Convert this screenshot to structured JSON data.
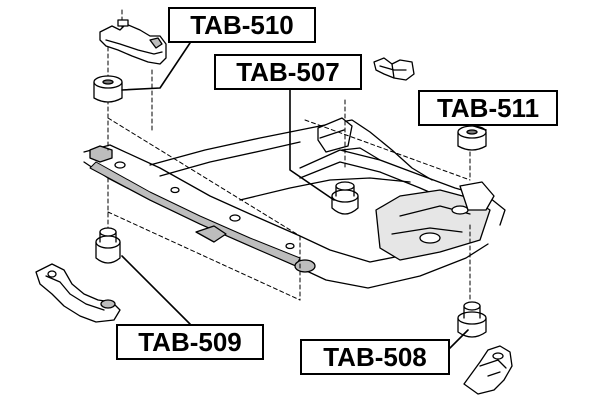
{
  "labels": {
    "tab_510": "TAB-510",
    "tab_507": "TAB-507",
    "tab_511": "TAB-511",
    "tab_509": "TAB-509",
    "tab_508": "TAB-508"
  },
  "colors": {
    "line": "#000000",
    "fill": "#ffffff",
    "shade": "#bdbdbd",
    "dark_shade": "#7a7a7a"
  }
}
